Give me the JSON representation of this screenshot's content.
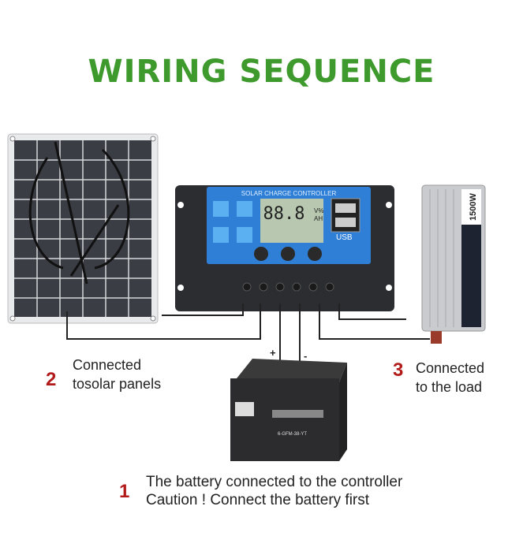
{
  "title": "WIRING SEQUENCE",
  "controller": {
    "header": "SOLAR CHARGE CONTROLLER",
    "display": "88.8",
    "units_top": "V%",
    "units_bottom": "AH",
    "usb_label": "USB"
  },
  "inverter": {
    "power_label": "1500W"
  },
  "battery": {
    "model": "6-GFM-38-YT",
    "polarity_plus": "+",
    "polarity_minus": "-"
  },
  "steps": [
    {
      "number": "1",
      "lines": [
        "The battery connected to the controller",
        "Caution ! Connect the battery first"
      ]
    },
    {
      "number": "2",
      "lines": [
        "Connected",
        "tosolar panels"
      ]
    },
    {
      "number": "3",
      "lines": [
        "Connected",
        "to the load"
      ]
    }
  ],
  "colors": {
    "title": "#3f9a2d",
    "step_number": "#b31b1b",
    "controller_face": "#2f7fd6"
  }
}
